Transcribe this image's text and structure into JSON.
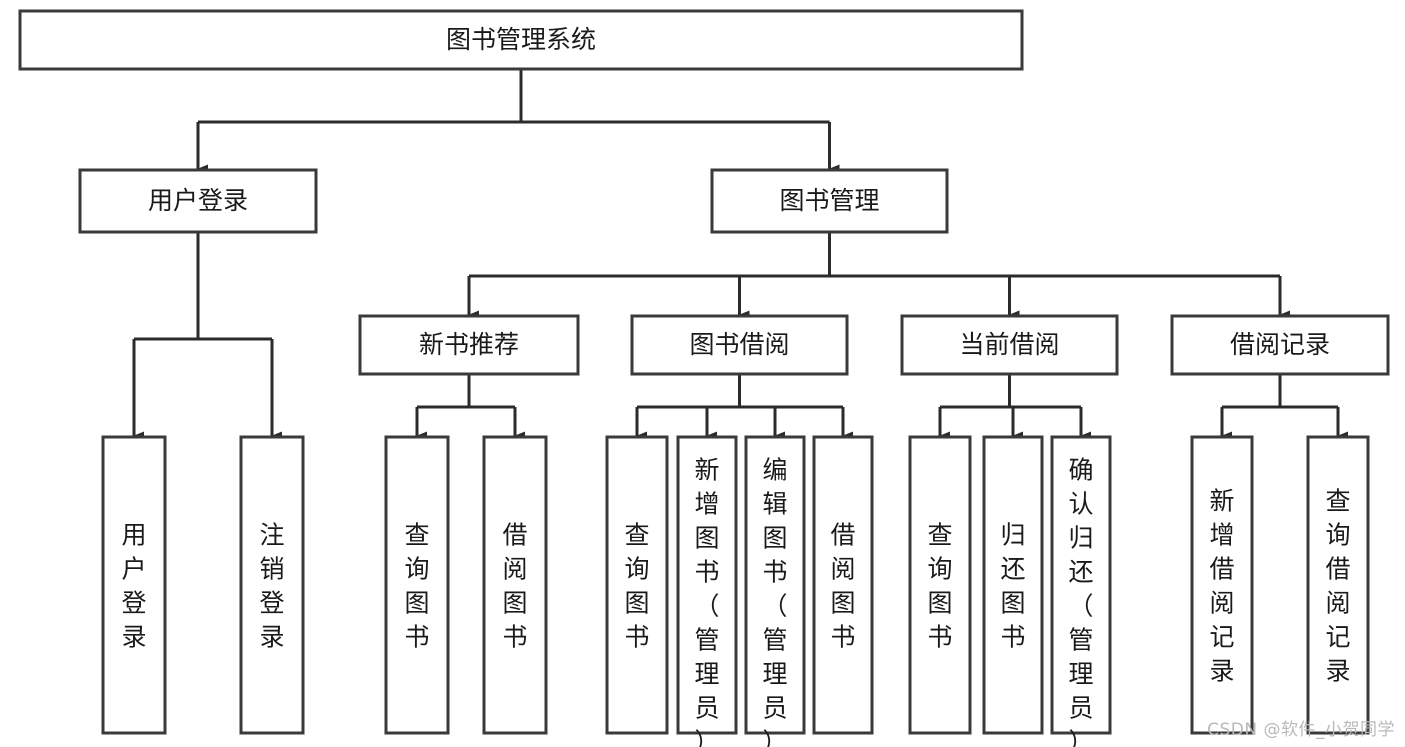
{
  "diagram": {
    "title": "图书管理系统",
    "type": "tree-hierarchy",
    "orientation": "top-down",
    "colors": {
      "box_fill": "#ffffff",
      "box_stroke": "#3a3a3a",
      "connector": "#2b2b2b",
      "text": "#1a1a1a",
      "background": "#ffffff",
      "watermark": "#b9b9b9"
    },
    "levels": [
      {
        "level": 1,
        "nodes": [
          {
            "id": "root",
            "label": "图书管理系统",
            "orientation": "horizontal"
          }
        ]
      },
      {
        "level": 2,
        "nodes": [
          {
            "id": "user-login",
            "label": "用户登录",
            "orientation": "horizontal",
            "parent": "root"
          },
          {
            "id": "book-admin",
            "label": "图书管理",
            "orientation": "horizontal",
            "parent": "root"
          }
        ]
      },
      {
        "level": 3,
        "nodes": [
          {
            "id": "new-book-rec",
            "label": "新书推荐",
            "orientation": "horizontal",
            "parent": "book-admin"
          },
          {
            "id": "book-borrow",
            "label": "图书借阅",
            "orientation": "horizontal",
            "parent": "book-admin"
          },
          {
            "id": "current-borrow",
            "label": "当前借阅",
            "orientation": "horizontal",
            "parent": "book-admin"
          },
          {
            "id": "borrow-record",
            "label": "借阅记录",
            "orientation": "horizontal",
            "parent": "book-admin"
          }
        ]
      },
      {
        "level": 4,
        "nodes": [
          {
            "id": "leaf-user-login",
            "label": "用户登录",
            "orientation": "vertical",
            "parent": "user-login"
          },
          {
            "id": "leaf-user-logout",
            "label": "注销登录",
            "orientation": "vertical",
            "parent": "user-login"
          },
          {
            "id": "leaf-rec-query",
            "label": "查询图书",
            "orientation": "vertical",
            "parent": "new-book-rec"
          },
          {
            "id": "leaf-rec-borrow",
            "label": "借阅图书",
            "orientation": "vertical",
            "parent": "new-book-rec"
          },
          {
            "id": "leaf-borrow-query",
            "label": "查询图书",
            "orientation": "vertical",
            "parent": "book-borrow"
          },
          {
            "id": "leaf-borrow-add",
            "label": "新增图书（管理员）",
            "orientation": "vertical",
            "parent": "book-borrow"
          },
          {
            "id": "leaf-borrow-edit",
            "label": "编辑图书（管理员）",
            "orientation": "vertical",
            "parent": "book-borrow"
          },
          {
            "id": "leaf-borrow-borrow",
            "label": "借阅图书",
            "orientation": "vertical",
            "parent": "book-borrow"
          },
          {
            "id": "leaf-current-query",
            "label": "查询图书",
            "orientation": "vertical",
            "parent": "current-borrow"
          },
          {
            "id": "leaf-current-return",
            "label": "归还图书",
            "orientation": "vertical",
            "parent": "current-borrow"
          },
          {
            "id": "leaf-current-confirm",
            "label": "确认归还（管理员）",
            "orientation": "vertical",
            "parent": "current-borrow"
          },
          {
            "id": "leaf-record-add",
            "label": "新增借阅记录",
            "orientation": "vertical",
            "parent": "borrow-record"
          },
          {
            "id": "leaf-record-query",
            "label": "查询借阅记录",
            "orientation": "vertical",
            "parent": "borrow-record"
          }
        ]
      }
    ]
  },
  "watermark": {
    "text": "CSDN @软件_小贺同学"
  }
}
